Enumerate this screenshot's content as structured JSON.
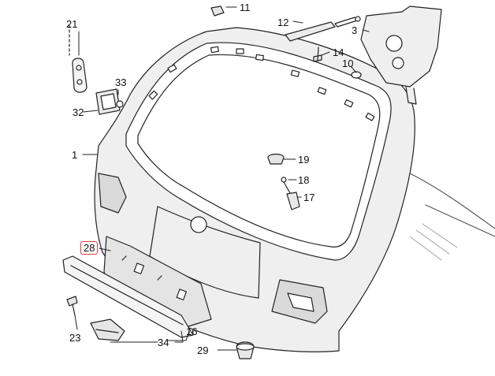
{
  "diagram": {
    "callouts": {
      "c1": "1",
      "c3": "3",
      "c10": "10",
      "c11": "11",
      "c12": "12",
      "c14": "14",
      "c16": "16",
      "c17": "17",
      "c18": "18",
      "c19": "19",
      "c21": "21",
      "c23": "23",
      "c28": "28",
      "c29": "29",
      "c32": "32",
      "c33": "33",
      "c34": "34"
    },
    "highlight_color": "#e0383c",
    "line_color": "#222222",
    "part_fill": "#efefef"
  }
}
